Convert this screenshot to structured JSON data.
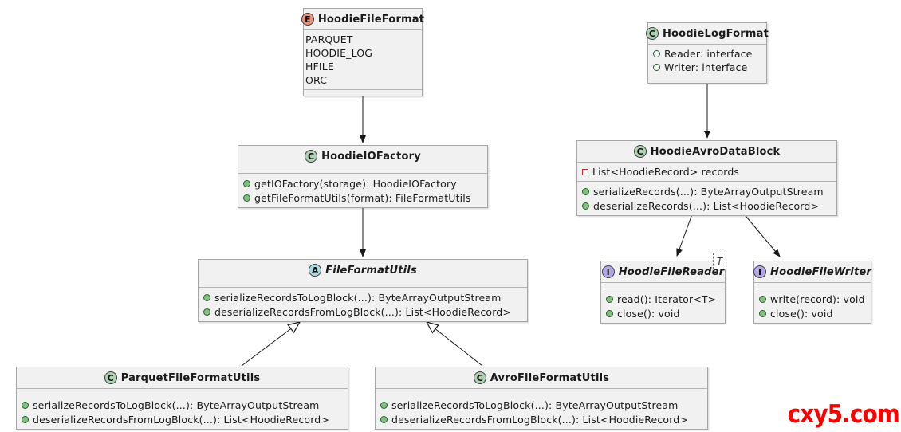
{
  "watermark": "cxy5.com",
  "generic_type_label": "T",
  "colors": {
    "box_fill": "#F1F1F1",
    "box_border": "#A6A6A6",
    "enum_spot": "#EB937F",
    "class_spot": "#ADD1B2",
    "abstract_spot": "#A9DCDF",
    "interface_spot": "#B4A7E5",
    "method_icon": "#84BE84",
    "private_field_icon_border": "#C82930",
    "edge": "#181818",
    "watermark_red": "#FF0000"
  },
  "classes": [
    {
      "spot": "E",
      "kind": "enum",
      "name": "HoodieFileFormat",
      "fields": [
        {
          "icon": "none",
          "text": "PARQUET"
        },
        {
          "icon": "none",
          "text": "HOODIE_LOG"
        },
        {
          "icon": "none",
          "text": "HFILE"
        },
        {
          "icon": "none",
          "text": "ORC"
        }
      ],
      "methods": []
    },
    {
      "spot": "C",
      "kind": "class",
      "name": "HoodieIOFactory",
      "fields": [],
      "methods": [
        {
          "icon": "method-public",
          "text": "getIOFactory(storage): HoodieIOFactory"
        },
        {
          "icon": "method-public",
          "text": "getFileFormatUtils(format): FileFormatUtils"
        }
      ]
    },
    {
      "spot": "A",
      "kind": "abstract",
      "name": "FileFormatUtils",
      "fields": [],
      "methods": [
        {
          "icon": "method-public",
          "text": "serializeRecordsToLogBlock(...): ByteArrayOutputStream"
        },
        {
          "icon": "method-public",
          "text": "deserializeRecordsFromLogBlock(...): List<HoodieRecord>"
        }
      ]
    },
    {
      "spot": "C",
      "kind": "class",
      "name": "ParquetFileFormatUtils",
      "fields": [],
      "methods": [
        {
          "icon": "method-public",
          "text": "serializeRecordsToLogBlock(...): ByteArrayOutputStream"
        },
        {
          "icon": "method-public",
          "text": "deserializeRecordsFromLogBlock(...): List<HoodieRecord>"
        }
      ]
    },
    {
      "spot": "C",
      "kind": "class",
      "name": "AvroFileFormatUtils",
      "fields": [],
      "methods": [
        {
          "icon": "method-public",
          "text": "serializeRecordsToLogBlock(...): ByteArrayOutputStream"
        },
        {
          "icon": "method-public",
          "text": "deserializeRecordsFromLogBlock(...): List<HoodieRecord>"
        }
      ]
    },
    {
      "spot": "C",
      "kind": "class",
      "name": "HoodieLogFormat",
      "fields": [
        {
          "icon": "field-public",
          "text": "Reader: interface"
        },
        {
          "icon": "field-public",
          "text": "Writer: interface"
        }
      ],
      "methods": []
    },
    {
      "spot": "C",
      "kind": "class",
      "name": "HoodieAvroDataBlock",
      "fields": [
        {
          "icon": "field-private",
          "text": "List<HoodieRecord> records"
        }
      ],
      "methods": [
        {
          "icon": "method-public",
          "text": "serializeRecords(...): ByteArrayOutputStream"
        },
        {
          "icon": "method-public",
          "text": "deserializeRecords(...): List<HoodieRecord>"
        }
      ]
    },
    {
      "spot": "I",
      "kind": "interface",
      "name": "HoodieFileReader",
      "generic": "T",
      "fields": [],
      "methods": [
        {
          "icon": "method-public",
          "text": "read(): Iterator<T>"
        },
        {
          "icon": "method-public",
          "text": "close(): void"
        }
      ]
    },
    {
      "spot": "I",
      "kind": "interface",
      "name": "HoodieFileWriter",
      "fields": [],
      "methods": [
        {
          "icon": "method-public",
          "text": "write(record): void"
        },
        {
          "icon": "method-public",
          "text": "close(): void"
        }
      ]
    }
  ],
  "relations": [
    {
      "from": "HoodieFileFormat",
      "to": "HoodieIOFactory",
      "type": "directed-arrow"
    },
    {
      "from": "HoodieIOFactory",
      "to": "FileFormatUtils",
      "type": "directed-arrow"
    },
    {
      "from": "ParquetFileFormatUtils",
      "to": "FileFormatUtils",
      "type": "generalization"
    },
    {
      "from": "AvroFileFormatUtils",
      "to": "FileFormatUtils",
      "type": "generalization"
    },
    {
      "from": "HoodieLogFormat",
      "to": "HoodieAvroDataBlock",
      "type": "directed-arrow"
    },
    {
      "from": "HoodieAvroDataBlock",
      "to": "HoodieFileReader",
      "type": "directed-arrow"
    },
    {
      "from": "HoodieAvroDataBlock",
      "to": "HoodieFileWriter",
      "type": "directed-arrow"
    }
  ]
}
